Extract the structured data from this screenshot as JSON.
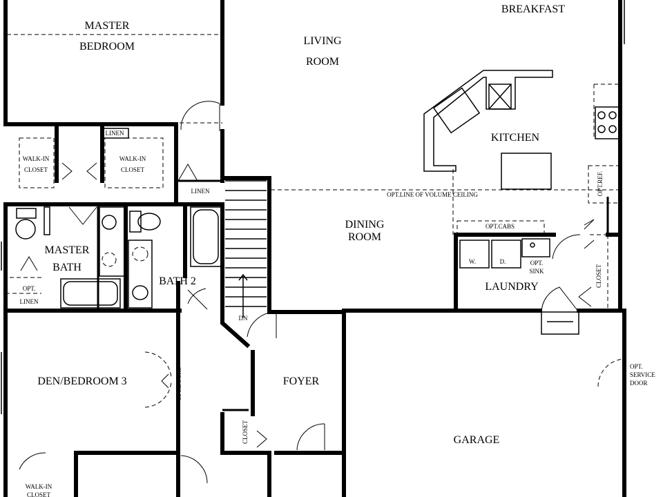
{
  "rooms": {
    "breakfast": "BREAKFAST",
    "master_1": "MASTER",
    "master_2": "BEDROOM",
    "living_1": "LIVING",
    "living_2": "ROOM",
    "kitchen": "KITCHEN",
    "dining_1": "DINING",
    "dining_2": "ROOM",
    "master_bath_1": "MASTER",
    "master_bath_2": "BATH",
    "bath2": "BATH 2",
    "laundry": "LAUNDRY",
    "den": "DEN/BEDROOM 3",
    "foyer": "FOYER",
    "garage": "GARAGE"
  },
  "notes": {
    "linen_top": "LINEN",
    "walk_in_left_1": "WALK-IN",
    "walk_in_left_2": "CLOSET",
    "walk_in_right_1": "WALK-IN",
    "walk_in_right_2": "CLOSET",
    "linen_hall": "LINEN",
    "opt_linen_1": "OPT.",
    "opt_linen_2": "LINEN",
    "opt_line_volume": "OPT.LINE OF VOLUME CEILING",
    "opt_ref": "OPT.REF.",
    "opt_cabs": "OPT.CABS",
    "washer": "W.",
    "dryer": "D.",
    "opt_sink_1": "OPT.",
    "opt_sink_2": "SINK",
    "closet_laundry": "CLOSET",
    "dn": "DN",
    "opt_doors": "OPT.DOORS",
    "closet_foyer": "CLOSET",
    "opt_service_1": "OPT.",
    "opt_service_2": "SERVICE",
    "opt_service_3": "DOOR",
    "walk_in_bottom_1": "WALK-IN",
    "walk_in_bottom_2": "CLOSET"
  }
}
